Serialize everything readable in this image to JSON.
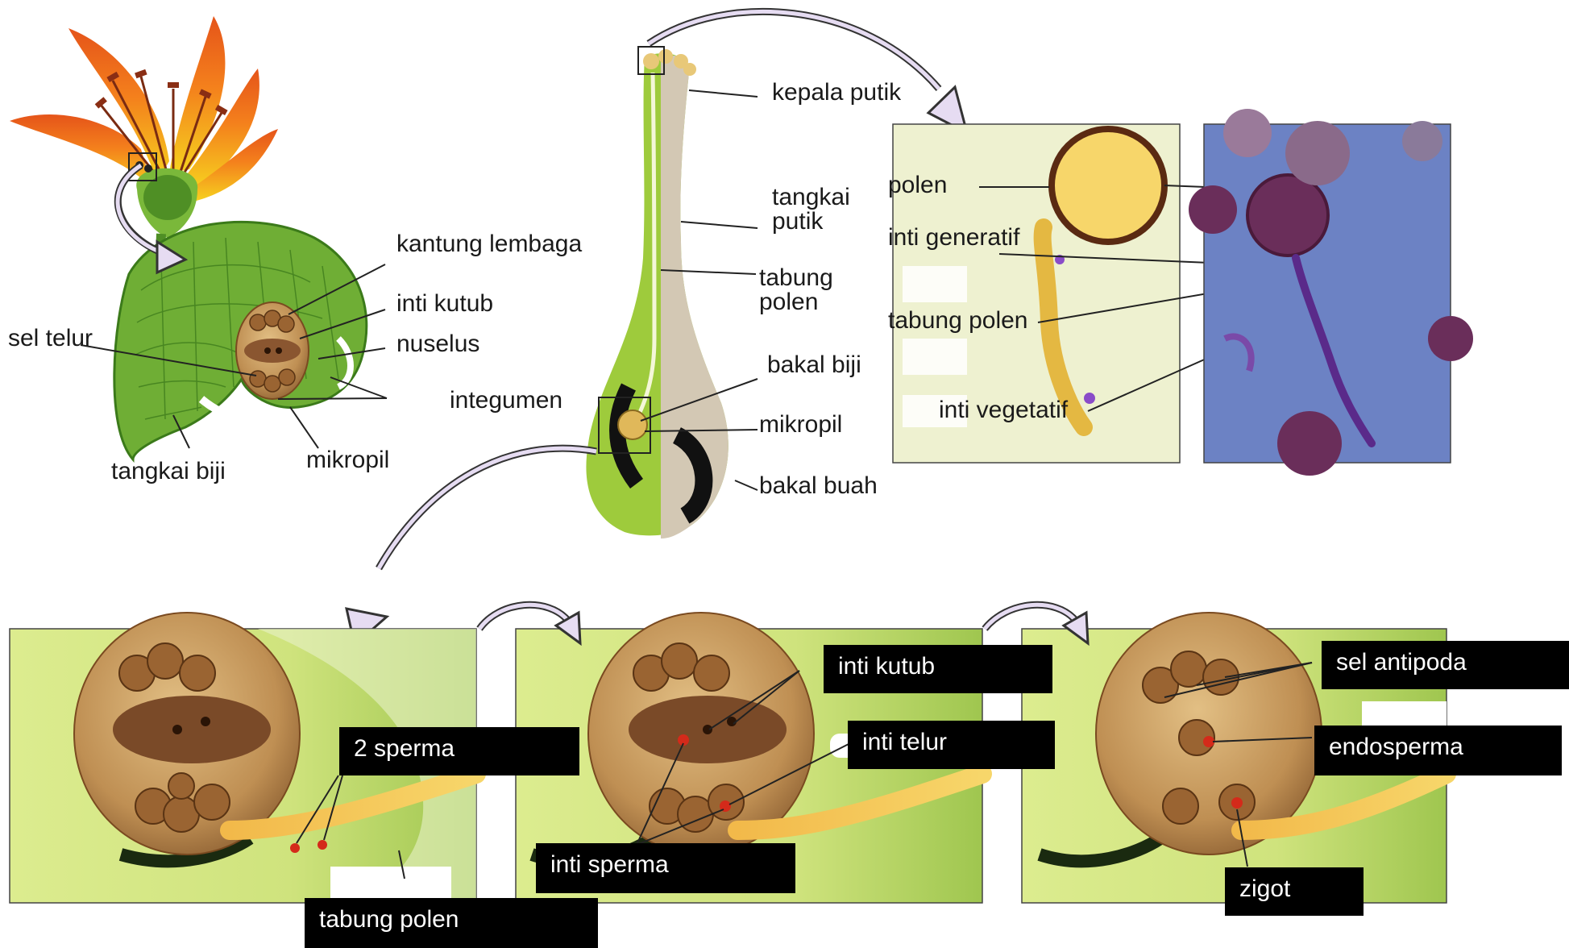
{
  "labels": {
    "kantung_lembaga": "kantung lembaga",
    "inti_kutub": "inti kutub",
    "sel_telur": "sel telur",
    "nuselus": "nuselus",
    "integumen": "integumen",
    "tangkai_biji": "tangkai biji",
    "mikropil_left": "mikropil",
    "kepala_putik": "kepala putik",
    "tangkai_putik": "tangkai putik",
    "tabung_polen_pistil": "tabung polen",
    "bakal_biji": "bakal biji",
    "mikropil_pistil": "mikropil",
    "bakal_buah": "bakal buah",
    "polen": "polen",
    "inti_generatif": "inti generatif",
    "tabung_polen_micro": "tabung polen",
    "inti_vegetatif": "inti vegetatif"
  },
  "boxes": {
    "dua_sperma": "2 sperma",
    "tabung_polen_bottom": "tabung polen",
    "inti_kutub": "inti kutub",
    "inti_telur": "inti telur",
    "inti_sperma": "inti sperma",
    "sel_antipoda": "sel antipoda",
    "endosperma": "endosperma",
    "zigot": "zigot"
  },
  "colors": {
    "leaf_green": "#5d9e2e",
    "light_green": "#d8eb9a",
    "ovule_tan": "#b98a4c",
    "cell_brown": "#8a5630",
    "petal_orange": "#f27a1a",
    "slide_blue": "#6c82c4",
    "arrow_fill": "#e6dcf2"
  }
}
